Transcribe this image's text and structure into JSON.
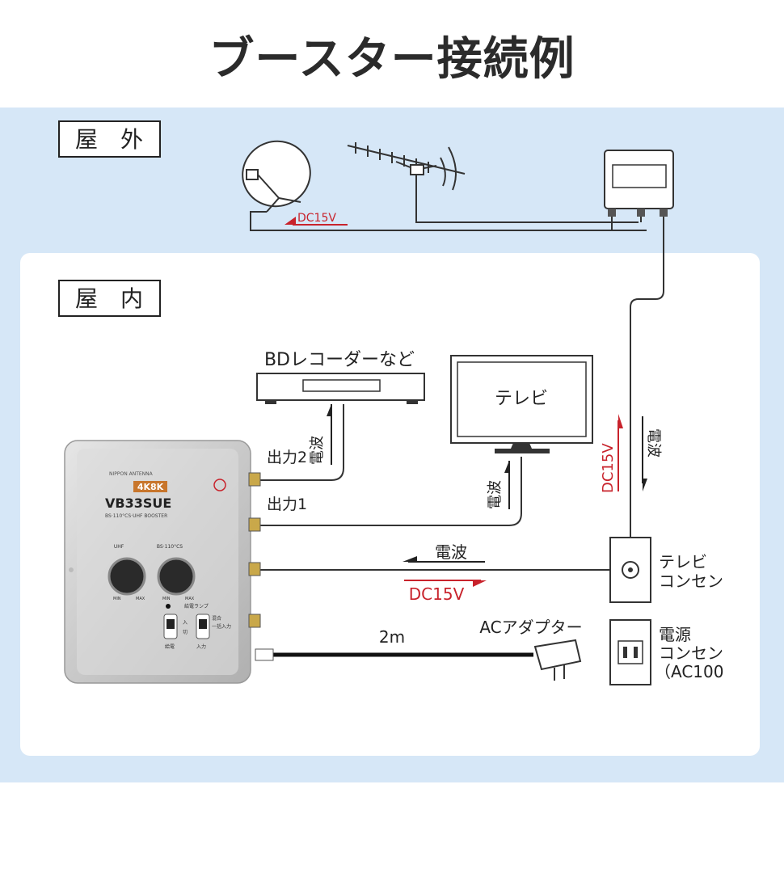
{
  "title": "ブースター接続例",
  "zones": {
    "outdoor": "屋　外",
    "indoor": "屋　内"
  },
  "labels": {
    "dc15v": "DC15V",
    "radio_wave": "電波",
    "bd_recorder": "BDレコーダーなど",
    "tv": "テレビ",
    "output2": "出力2",
    "output1": "出力1",
    "tv_outlet_line1": "テレビ",
    "tv_outlet_line2": "コンセン",
    "power_outlet_line1": "電源",
    "power_outlet_line2": "コンセン",
    "power_outlet_line3": "（AC100",
    "ac_adapter": "ACアダプター",
    "cable_length": "2m"
  },
  "device": {
    "model": "VB33SUE",
    "subtitle": "BS·110°CS·UHF BOOSTER",
    "brand": "NIPPON ANTENNA",
    "badge": "4K8K",
    "knob_left": "UHF",
    "knob_right": "BS·110°CS",
    "min": "MIN",
    "max": "MAX",
    "switch_left_top": "入",
    "switch_left_mid": "切",
    "switch_left_bottom": "給電",
    "switch_right_top": "混合",
    "switch_right_mid": "一括入力",
    "switch_right_bottom": "入力",
    "lamp": "給電ランプ"
  },
  "colors": {
    "outdoor_bg": "#d6e7f7",
    "indoor_bg": "#ffffff",
    "accent_red": "#c8232c",
    "line": "#222222"
  }
}
